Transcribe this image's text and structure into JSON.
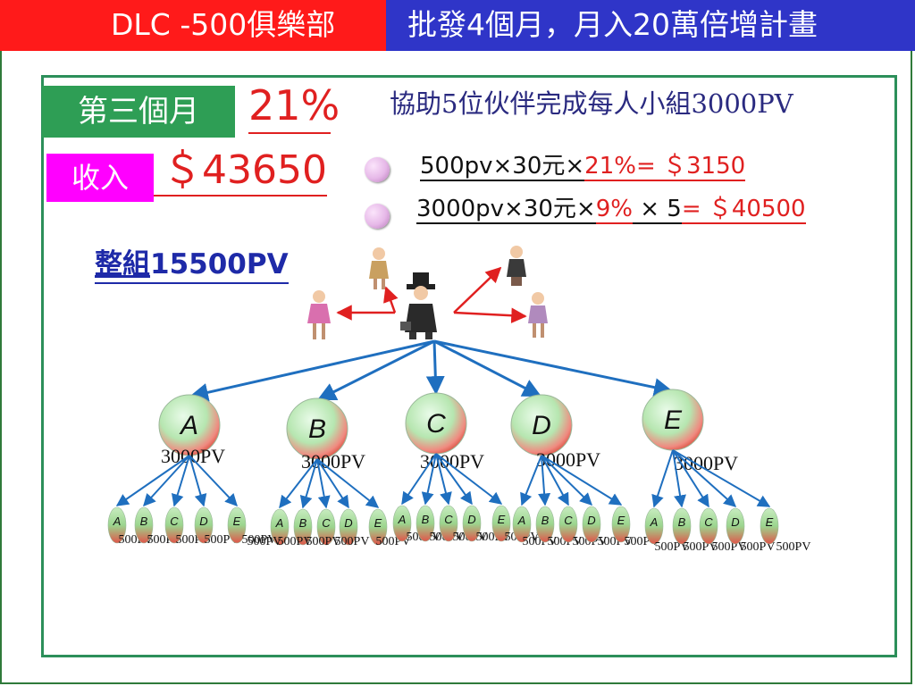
{
  "header": {
    "left_title": "DLC -500俱樂部",
    "right_title": "批發4個月，月入20萬倍增計畫"
  },
  "summary": {
    "month_label": "第三個月",
    "rate": "21%",
    "income_label": "收入",
    "income_value": "＄43650",
    "assist_text": "協助5位伙伴完成每人小組3000PV"
  },
  "formulas": [
    {
      "base": "500pv×30元×",
      "calc": "21%=  ＄3150"
    },
    {
      "base": "3000pv×30元×",
      "rate": "9%",
      "mult": " × 5",
      "result": "=  ＄40500"
    }
  ],
  "total": {
    "label": "整組",
    "value": "15500PV"
  },
  "colors": {
    "header_red": "#ff1a1a",
    "header_blue": "#2f35c8",
    "month_green": "#2e9e55",
    "income_magenta": "#ff00ff",
    "accent_red": "#e02020",
    "arrow_blue": "#1f6fbf"
  },
  "tree": {
    "root_icon": "businessman-figure-icon",
    "side_icons": [
      "woman-figure-icon",
      "woman-figure-icon",
      "man-figure-icon",
      "woman-figure-icon"
    ],
    "groups": [
      {
        "name": "A",
        "pv": "3000PV",
        "members": [
          "A",
          "B",
          "C",
          "D",
          "E"
        ],
        "member_pv": "500PV"
      },
      {
        "name": "B",
        "pv": "3000PV",
        "members": [
          "A",
          "B",
          "C",
          "D",
          "E"
        ],
        "member_pv": "500PV"
      },
      {
        "name": "C",
        "pv": "3000PV",
        "members": [
          "A",
          "B",
          "C",
          "D",
          "E"
        ],
        "member_pv": "500PV"
      },
      {
        "name": "D",
        "pv": "3000PV",
        "members": [
          "A",
          "B",
          "C",
          "D",
          "E"
        ],
        "member_pv": "500PV"
      },
      {
        "name": "E",
        "pv": "3000PV",
        "members": [
          "A",
          "B",
          "C",
          "D",
          "E"
        ],
        "member_pv": "500PV"
      }
    ]
  }
}
